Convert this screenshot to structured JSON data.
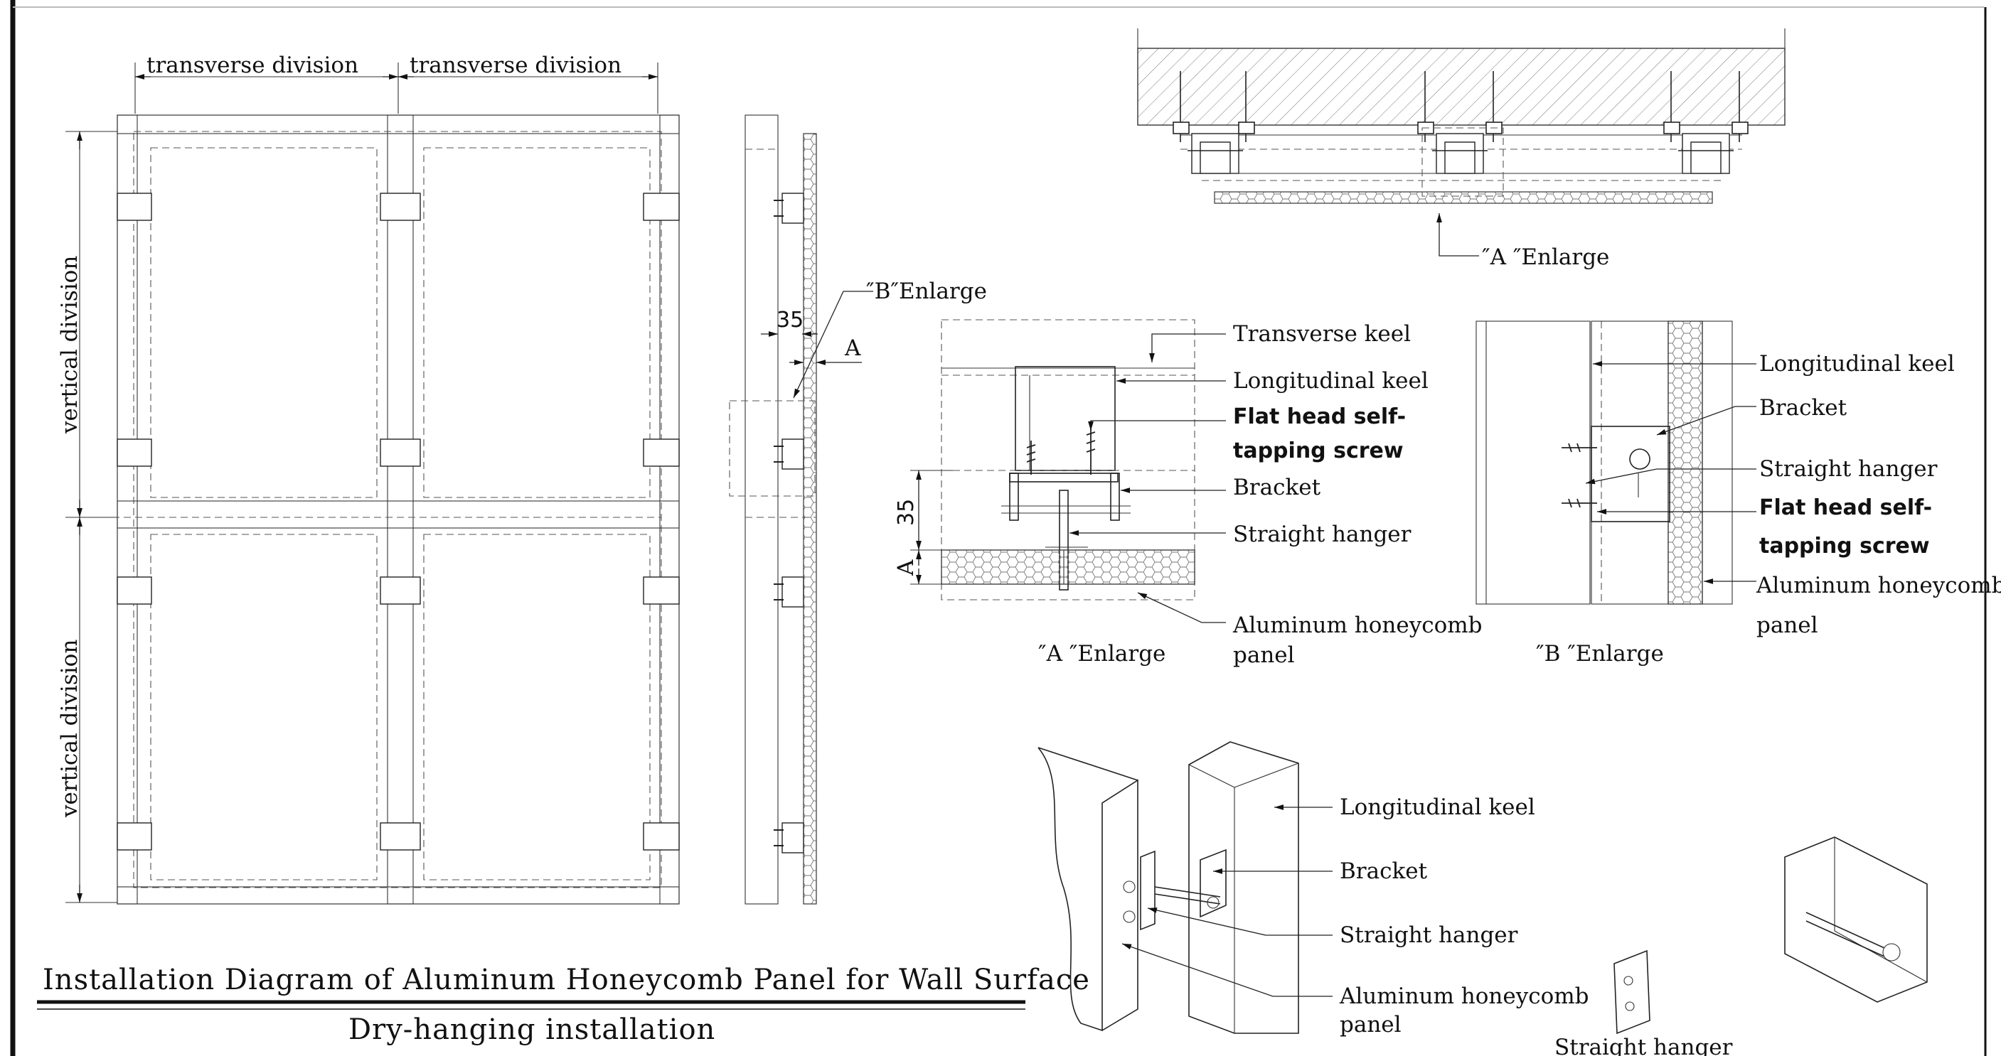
{
  "elevation": {
    "top_dim_1": "transverse division",
    "top_dim_2": "transverse division",
    "side_dim_1": "vertical division",
    "side_dim_2": "vertical division"
  },
  "section": {
    "dim_35": "35",
    "dim_a": "A",
    "b_callout": "″B″Enlarge"
  },
  "plan": {
    "a_callout": "″A ″Enlarge"
  },
  "detail_a": {
    "transverse_keel": "Transverse keel",
    "longitudinal_keel": "Longitudinal keel",
    "screw_line1": "Flat head self-",
    "screw_line2": "tapping screw",
    "bracket": "Bracket",
    "straight_hanger": "Straight hanger",
    "panel_line1": "Aluminum honeycomb",
    "panel_line2": "panel",
    "dim_35": "35",
    "dim_a": "A",
    "caption": "″A ″Enlarge"
  },
  "detail_b": {
    "longitudinal_keel": "Longitudinal keel",
    "bracket": "Bracket",
    "straight_hanger": "Straight hanger",
    "screw_line1": "Flat head self-",
    "screw_line2": "tapping screw",
    "panel_line1": "Aluminum honeycomb",
    "panel_line2": "panel",
    "caption": "″B ″Enlarge"
  },
  "iso": {
    "longitudinal_keel": "Longitudinal keel",
    "bracket": "Bracket",
    "straight_hanger": "Straight hanger",
    "panel_line1": "Aluminum honeycomb",
    "panel_line2": "panel",
    "hanger_caption": "Straight hanger"
  },
  "titles": {
    "main": "Installation Diagram of Aluminum Honeycomb Panel for Wall Surface",
    "sub": "Dry-hanging installation"
  }
}
